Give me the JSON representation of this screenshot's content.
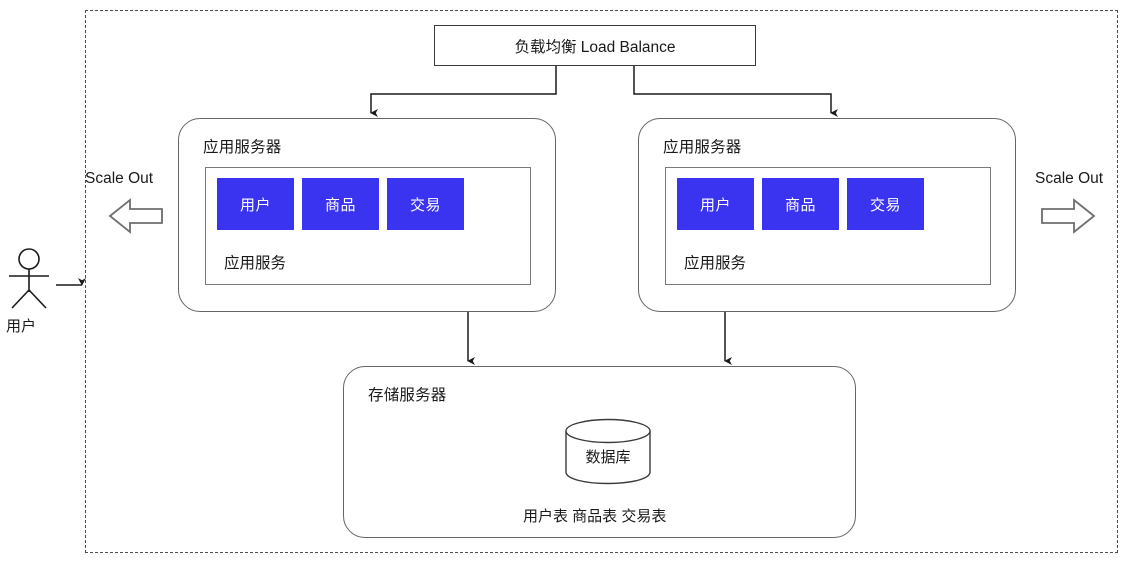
{
  "diagram": {
    "title_hidden": "",
    "boundary": {
      "style": "dashed"
    },
    "load_balancer": {
      "label": "负载均衡 Load Balance"
    },
    "app_servers": [
      {
        "title": "应用服务器",
        "service_label": "应用服务",
        "modules": [
          "用户",
          "商品",
          "交易"
        ]
      },
      {
        "title": "应用服务器",
        "service_label": "应用服务",
        "modules": [
          "用户",
          "商品",
          "交易"
        ]
      }
    ],
    "storage_server": {
      "title": "存储服务器",
      "database_label": "数据库",
      "tables_label": "用户表 商品表 交易表"
    },
    "actor": {
      "label": "用户"
    },
    "scale_out": {
      "left_label": "Scale Out",
      "right_label": "Scale Out"
    },
    "colors": {
      "module_tile": "#3A33F0",
      "module_text": "#FFFFFF",
      "box_stroke": "#666666",
      "boundary_stroke": "#4D4D4D",
      "connector": "#1A1A1A",
      "scale_arrow_stroke": "#6E6E6E",
      "background": "#FFFFFF"
    }
  }
}
